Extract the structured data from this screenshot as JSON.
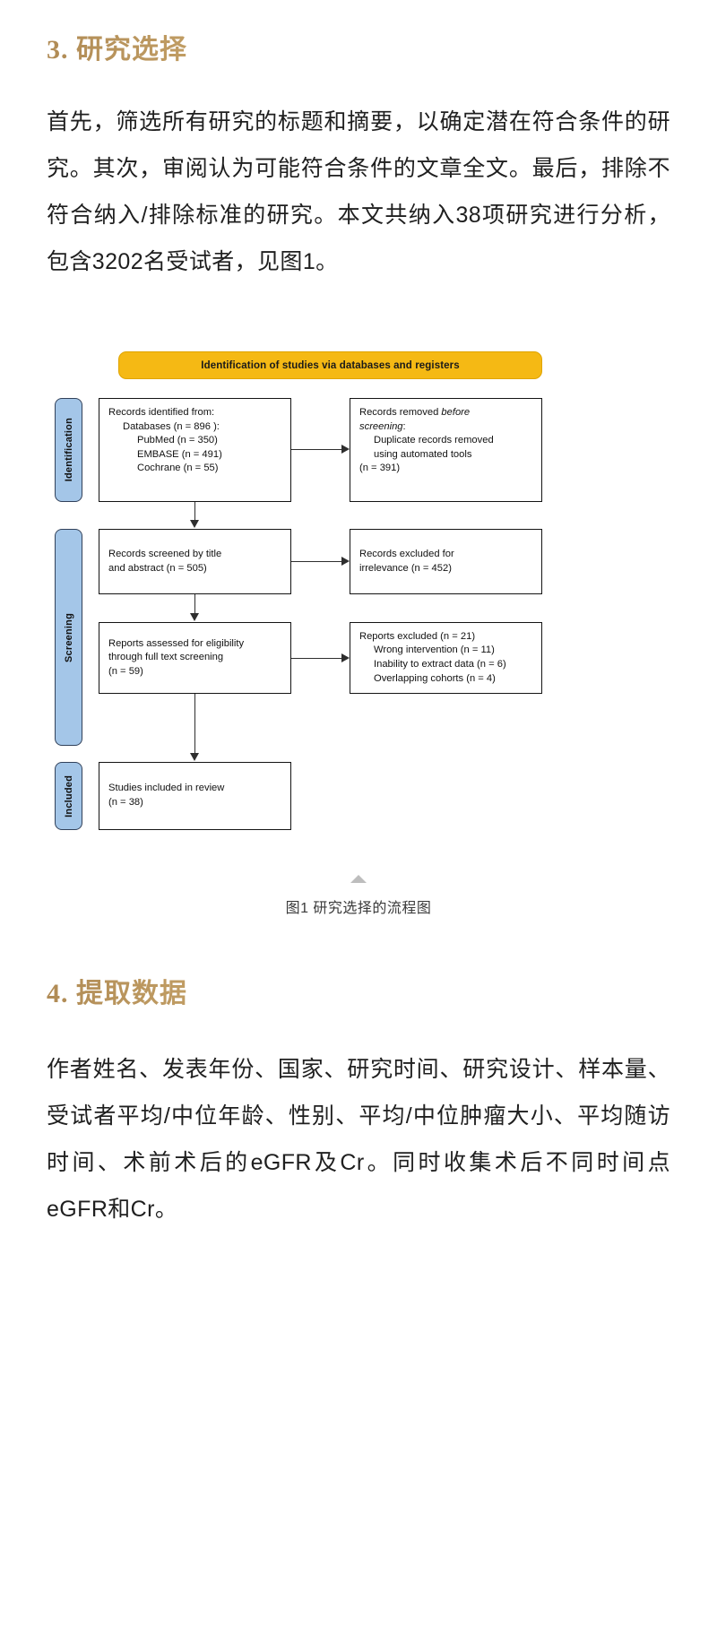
{
  "sections": [
    {
      "heading": "3. 研究选择",
      "paragraph": "首先，筛选所有研究的标题和摘要，以确定潜在符合条件的研究。其次，审阅认为可能符合条件的文章全文。最后，排除不符合纳入/排除标准的研究。本文共纳入38项研究进行分析，包含3202名受试者，见图1。"
    },
    {
      "heading": "4. 提取数据",
      "paragraph": "作者姓名、发表年份、国家、研究时间、研究设计、样本量、受试者平均/中位年龄、性别、平均/中位肿瘤大小、平均随访时间、术前术后的eGFR及Cr。同时收集术后不同时间点eGFR和Cr。"
    }
  ],
  "figure": {
    "banner": "Identification of studies via databases and registers",
    "stages": {
      "identification": "Identification",
      "screening": "Screening",
      "included": "Included"
    },
    "boxes": {
      "identified": {
        "line1": "Records identified from:",
        "line2": "Databases (n =  896 ):",
        "line3": "PubMed (n = 350)",
        "line4": "EMBASE (n = 491)",
        "line5": "Cochrane (n = 55)"
      },
      "removed": {
        "line1": "Records removed ",
        "line1_em": "before",
        "line2_em": "screening",
        "line2_tail": ":",
        "line3": "Duplicate records removed",
        "line4": "using automated tools",
        "line5": "(n = 391)"
      },
      "screened": {
        "line1": "Records screened by title",
        "line2": "and abstract (n = 505)"
      },
      "excluded_irrelevance": {
        "line1": "Records excluded for",
        "line2": "irrelevance (n = 452)"
      },
      "eligibility": {
        "line1": "Reports assessed for eligibility",
        "line2": "through full text screening",
        "line3": "(n = 59)"
      },
      "reports_excluded": {
        "line1": "Reports excluded (n = 21)",
        "line2": "Wrong intervention (n = 11)",
        "line3": "Inability to extract data (n = 6)",
        "line4": "Overlapping cohorts (n = 4)"
      },
      "included": {
        "line1": "Studies included in review",
        "line2": "(n = 38)"
      }
    },
    "caption": "图1 研究选择的流程图"
  },
  "colors": {
    "heading_gold": "#c6a濃",
    "banner_yellow": "#f5b914",
    "stage_blue": "#a4c6e8",
    "line_dark": "#2e2e2e"
  }
}
